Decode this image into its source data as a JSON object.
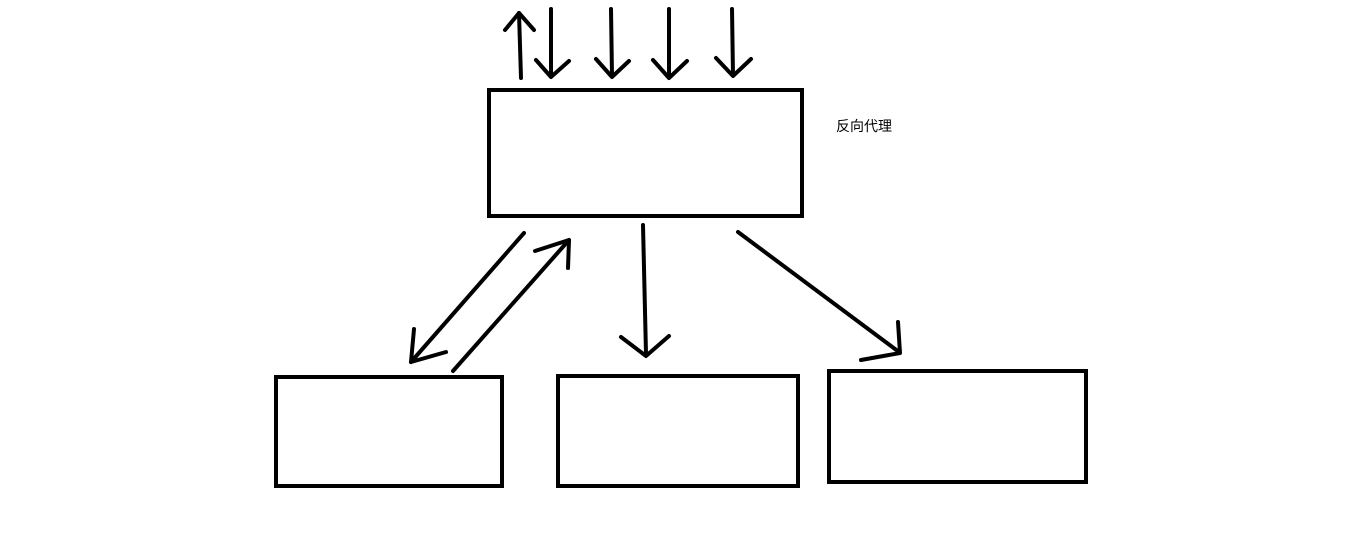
{
  "diagram": {
    "label": "反向代理",
    "colors": {
      "ink": "#000000",
      "background": "#ffffff"
    },
    "nodes": [
      {
        "id": "proxy",
        "name": "proxy-box"
      },
      {
        "id": "server-left",
        "name": "server-box-left"
      },
      {
        "id": "server-middle",
        "name": "server-box-middle"
      },
      {
        "id": "server-right",
        "name": "server-box-right"
      }
    ],
    "edges": [
      {
        "name": "client-response-arrow",
        "from": "proxy",
        "to": "client",
        "direction": "up"
      },
      {
        "name": "client-request-arrow-1",
        "from": "client",
        "to": "proxy",
        "direction": "down"
      },
      {
        "name": "client-request-arrow-2",
        "from": "client",
        "to": "proxy",
        "direction": "down"
      },
      {
        "name": "client-request-arrow-3",
        "from": "client",
        "to": "proxy",
        "direction": "down"
      },
      {
        "name": "client-request-arrow-4",
        "from": "client",
        "to": "proxy",
        "direction": "down"
      },
      {
        "name": "proxy-to-left-server-arrow",
        "from": "proxy",
        "to": "server-left"
      },
      {
        "name": "left-server-to-proxy-arrow",
        "from": "server-left",
        "to": "proxy"
      },
      {
        "name": "proxy-to-middle-server-arrow",
        "from": "proxy",
        "to": "server-middle"
      },
      {
        "name": "proxy-to-right-server-arrow",
        "from": "proxy",
        "to": "server-right"
      }
    ]
  }
}
